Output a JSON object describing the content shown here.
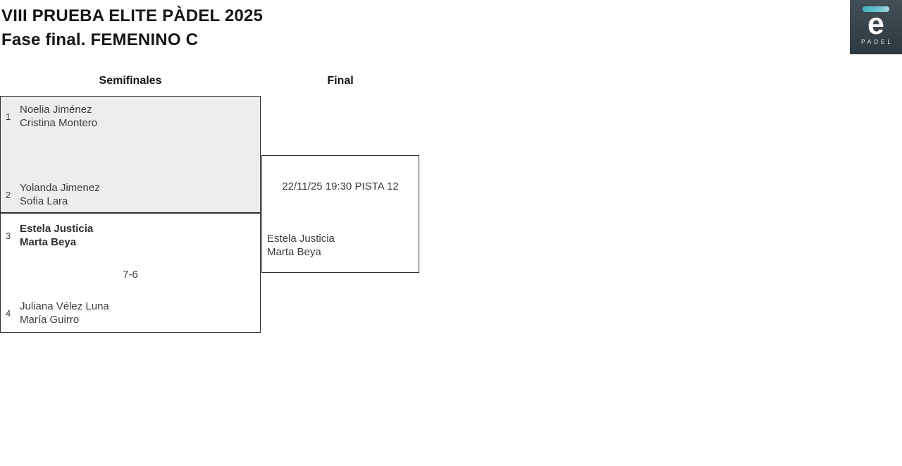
{
  "header": {
    "title_line1": "VIII PRUEBA ELITE PÀDEL 2025",
    "title_line2": "Fase final. FEMENINO C"
  },
  "logo": {
    "letter": "e",
    "wordmark": "PADEL",
    "bg_color": "#37434b",
    "accent_color": "#3eb3c3"
  },
  "bracket": {
    "rounds": [
      "Semifinales",
      "Final"
    ],
    "semifinals": [
      {
        "teams": [
          {
            "seed": "1",
            "players": [
              "Noelia Jiménez",
              "Cristina Montero"
            ]
          },
          {
            "seed": "2",
            "players": [
              "Yolanda Jimenez",
              "Sofia Lara"
            ]
          }
        ],
        "score": ""
      },
      {
        "teams": [
          {
            "seed": "3",
            "players": [
              "Estela Justicia",
              "Marta Beya"
            ]
          },
          {
            "seed": "4",
            "players": [
              "Juliana Vélez Luna",
              "María Guirro"
            ]
          }
        ],
        "score": "7-6"
      }
    ],
    "final": {
      "schedule": "22/11/25 19:30 PISTA 12",
      "winner_players": [
        "Estela Justicia",
        "Marta Beya"
      ]
    }
  },
  "colors": {
    "box_fill_grey": "#ededed",
    "box_border": "#2f2f2f",
    "body_text": "#3c3c3b",
    "logo_bg": "#37434b",
    "logo_accent": "#3eb3c3"
  }
}
